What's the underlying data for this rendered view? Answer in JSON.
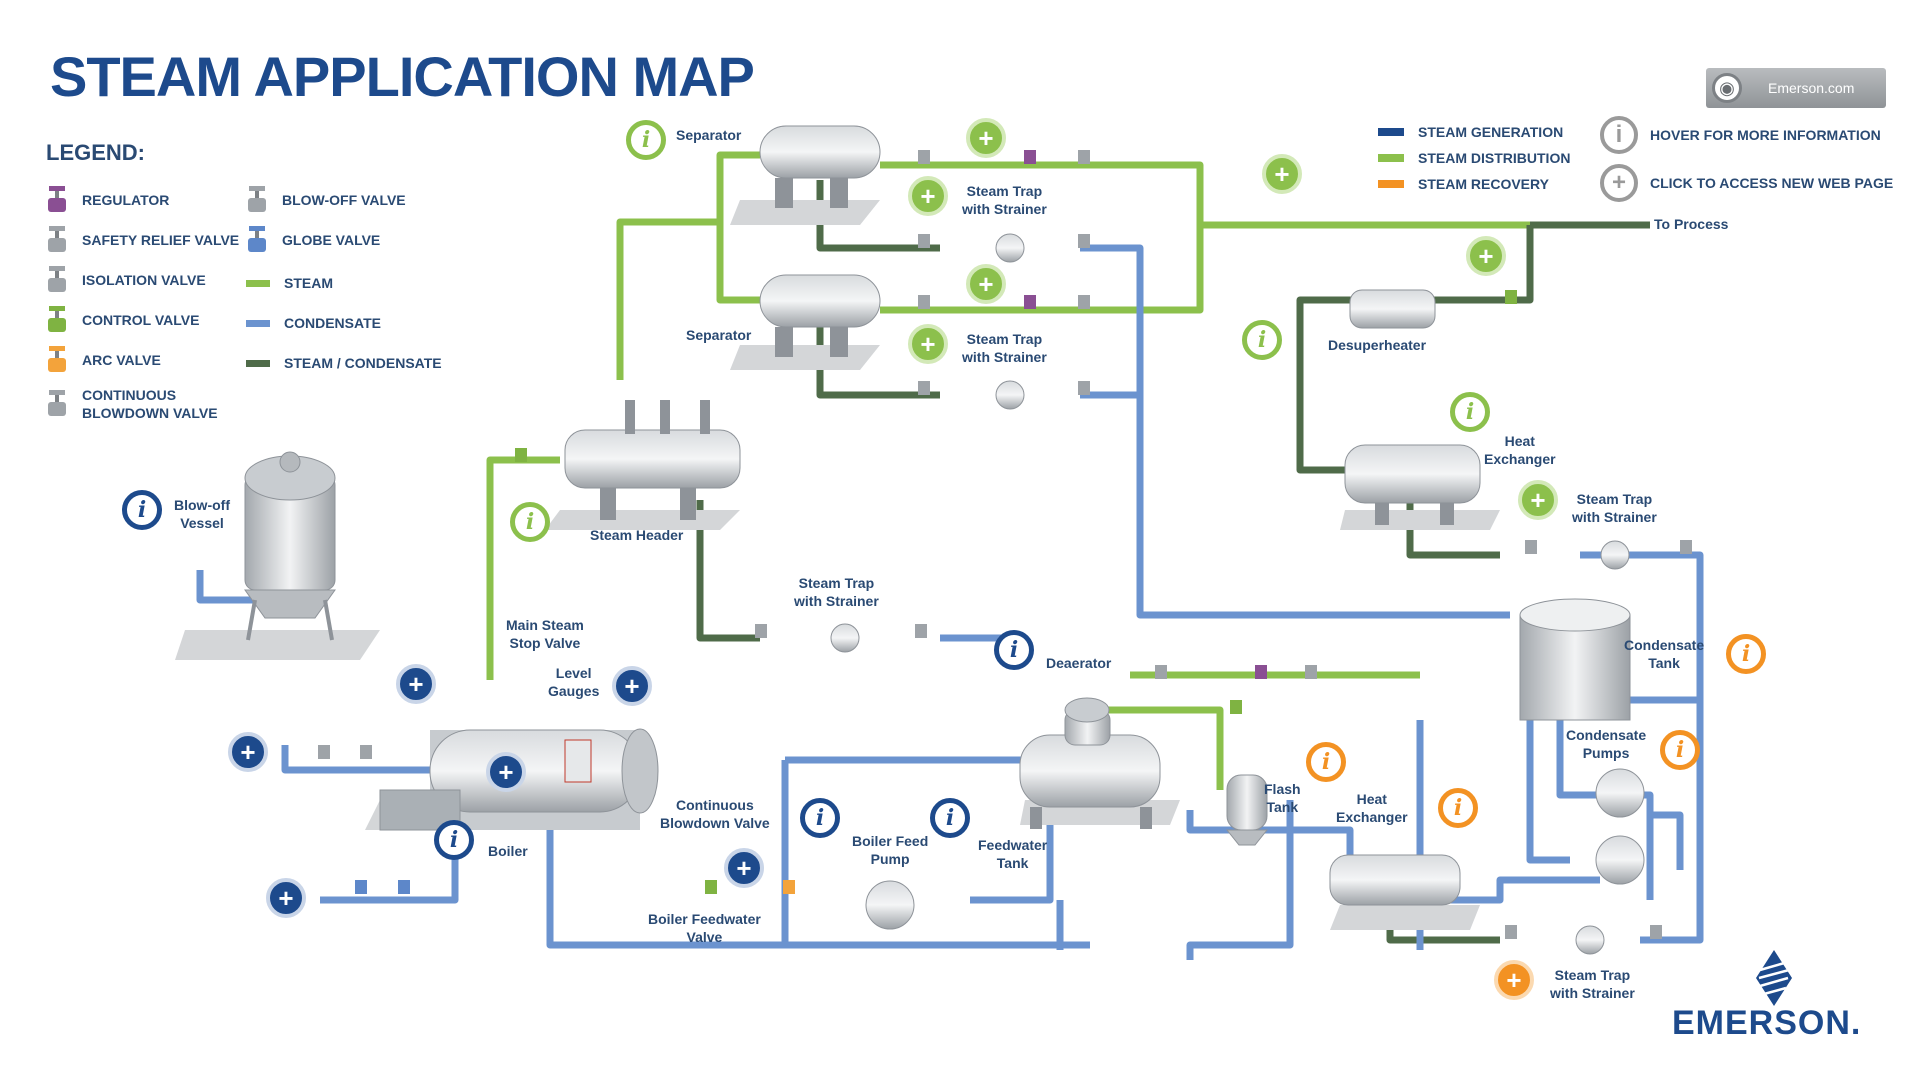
{
  "title": "STEAM APPLICATION MAP",
  "web_link": {
    "label": "Emerson.com",
    "icon": "globe-icon"
  },
  "legend": {
    "title": "LEGEND:",
    "components": [
      {
        "label": "REGULATOR",
        "icon": "regulator-icon",
        "color": "#8a4f93"
      },
      {
        "label": "SAFETY RELIEF VALVE",
        "icon": "safety-relief-valve-icon",
        "color": "#9ea3a8"
      },
      {
        "label": "ISOLATION VALVE",
        "icon": "isolation-valve-icon",
        "color": "#9ea3a8"
      },
      {
        "label": "CONTROL VALVE",
        "icon": "control-valve-icon",
        "color": "#7fb342"
      },
      {
        "label": "ARC VALVE",
        "icon": "arc-valve-icon",
        "color": "#f3a33b"
      },
      {
        "label": "CONTINUOUS\nBLOWDOWN VALVE",
        "icon": "continuous-blowdown-valve-icon",
        "color": "#9ea3a8"
      }
    ],
    "components2": [
      {
        "label": "BLOW-OFF VALVE",
        "icon": "blow-off-valve-icon",
        "color": "#9ea3a8"
      },
      {
        "label": "GLOBE VALVE",
        "icon": "globe-valve-icon",
        "color": "#5d87c9"
      }
    ],
    "lines": [
      {
        "label": "STEAM",
        "color": "#8cc04c"
      },
      {
        "label": "CONDENSATE",
        "color": "#6b93cf"
      },
      {
        "label": "STEAM / CONDENSATE",
        "color": "#4f6b49"
      }
    ]
  },
  "key": {
    "flows": [
      {
        "label": "STEAM GENERATION",
        "color": "#1d4a8c"
      },
      {
        "label": "STEAM DISTRIBUTION",
        "color": "#8cc04c"
      },
      {
        "label": "STEAM RECOVERY",
        "color": "#f39223"
      }
    ],
    "hover": "HOVER FOR MORE INFORMATION",
    "click": "CLICK TO ACCESS NEW WEB PAGE"
  },
  "labels": {
    "separator_top": "Separator",
    "separator_bottom": "Separator",
    "trap_top1": "Steam Trap\nwith Strainer",
    "trap_top2": "Steam Trap\nwith Strainer",
    "to_process": "To Process",
    "desuperheater": "Desuperheater",
    "hx_top": "Heat\nExchanger",
    "trap_right": "Steam Trap\nwith Strainer",
    "steam_header": "Steam Header",
    "trap_mid": "Steam Trap\nwith Strainer",
    "blowoff_vessel": "Blow-off\nVessel",
    "main_steam_stop": "Main Steam\nStop Valve",
    "level_gauges": "Level\nGauges",
    "deaerator": "Deaerator",
    "condensate_tank": "Condensate\nTank",
    "condensate_pumps": "Condensate\nPumps",
    "continuous_blowdown": "Continuous\nBlowdown Valve",
    "boiler": "Boiler",
    "boiler_feed_pump": "Boiler Feed\nPump",
    "feedwater_tank": "Feedwater\nTank",
    "flash_tank": "Flash\nTank",
    "hx_bottom": "Heat\nExchanger",
    "boiler_feedwater_valve": "Boiler Feedwater\nValve",
    "trap_bottom": "Steam Trap\nwith Strainer"
  },
  "brand": "EMERSON."
}
